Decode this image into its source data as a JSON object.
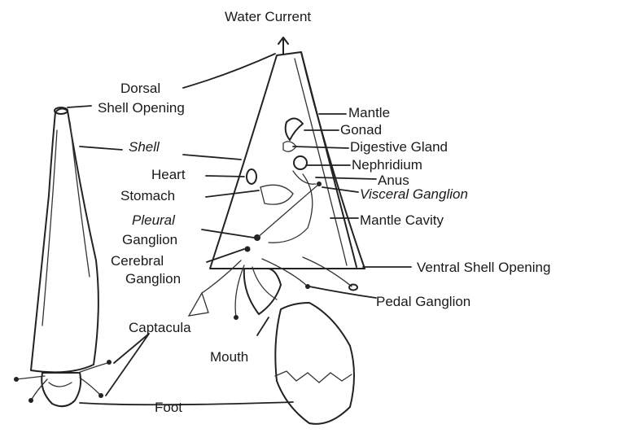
{
  "labels": {
    "water_current": "Water Current",
    "dorsal_line1": "Dorsal",
    "dorsal_line2": "Shell Opening",
    "shell": "Shell",
    "heart": "Heart",
    "stomach": "Stomach",
    "pleural_line1": "Pleural",
    "pleural_line2": "Ganglion",
    "cerebral_line1": "Cerebral",
    "cerebral_line2": "Ganglion",
    "captacula": "Captacula",
    "mouth": "Mouth",
    "foot": "Foot",
    "mantle": "Mantle",
    "gonad": "Gonad",
    "digestive_gland": "Digestive Gland",
    "nephridium": "Nephridium",
    "anus": "Anus",
    "visceral_ganglion": "Visceral Ganglion",
    "mantle_cavity": "Mantle Cavity",
    "ventral_shell_opening": "Ventral Shell Opening",
    "pedal_ganglion": "Pedal Ganglion"
  }
}
